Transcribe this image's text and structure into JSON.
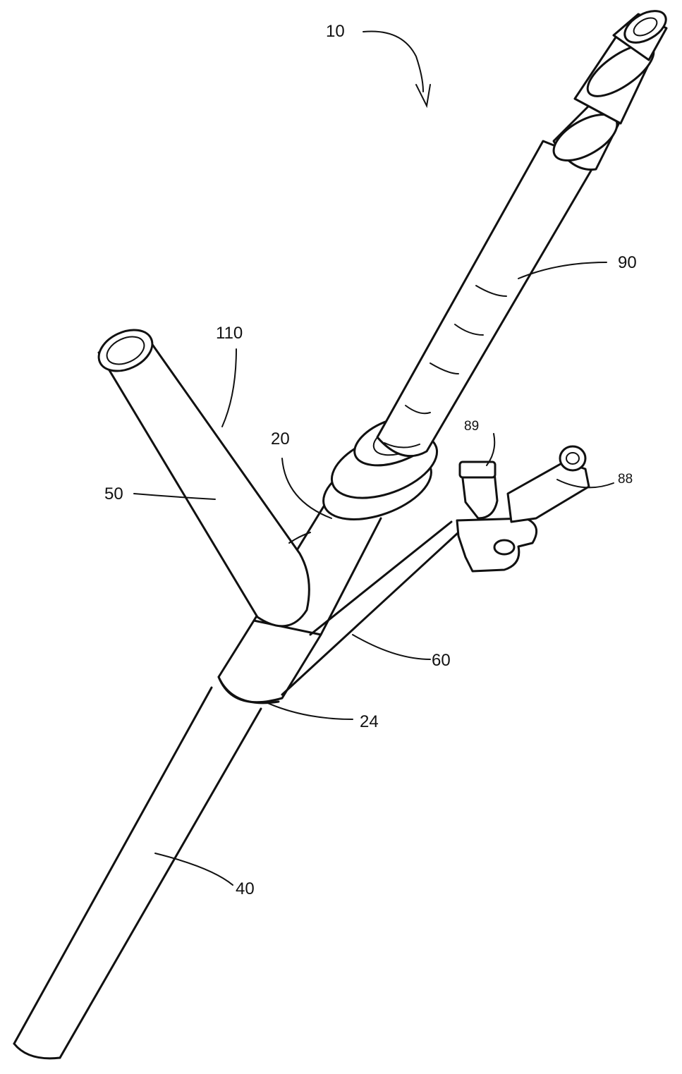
{
  "figure": {
    "labels": {
      "assembly": "10",
      "lumen_90": "90",
      "lumen_110": "110",
      "hub_20": "20",
      "port_89": "89",
      "port_88": "88",
      "tube_50": "50",
      "branch_60": "60",
      "junction_24": "24",
      "shaft_40": "40"
    }
  }
}
